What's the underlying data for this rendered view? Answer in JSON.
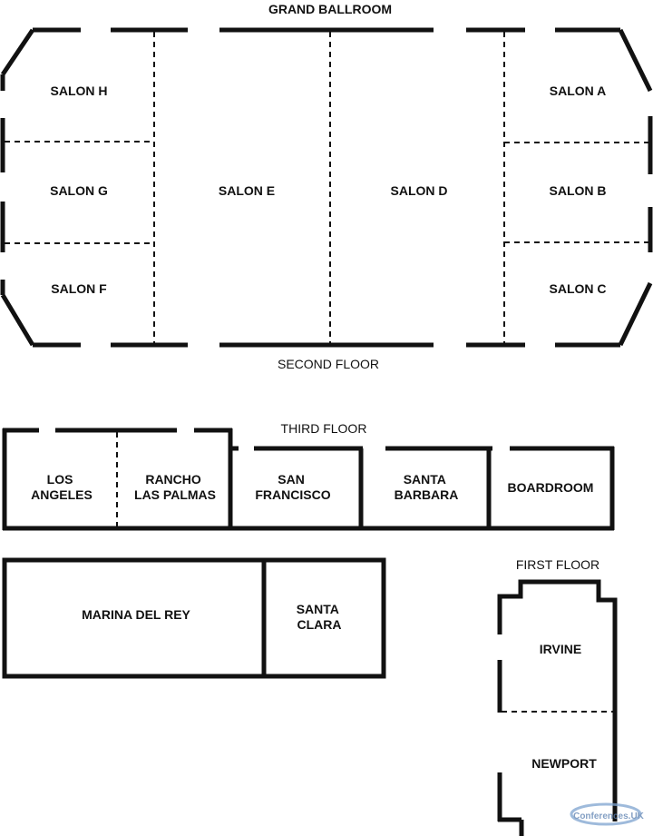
{
  "second_floor": {
    "heading": "GRAND BALLROOM",
    "caption": "SECOND FLOOR",
    "rooms": {
      "salon_h": "SALON H",
      "salon_g": "SALON G",
      "salon_f": "SALON F",
      "salon_e": "SALON E",
      "salon_d": "SALON D",
      "salon_a": "SALON A",
      "salon_b": "SALON B",
      "salon_c": "SALON C"
    }
  },
  "third_floor": {
    "caption": "THIRD FLOOR",
    "rooms": {
      "los_angeles": [
        "LOS",
        "ANGELES"
      ],
      "rancho_las_palmas": [
        "RANCHO",
        "LAS PALMAS"
      ],
      "san_francisco": [
        "SAN",
        "FRANCISCO"
      ],
      "santa_barbara": [
        "SANTA",
        "BARBARA"
      ],
      "boardroom": "BOARDROOM",
      "marina_del_rey": "MARINA DEL REY",
      "santa_clara": [
        "SANTA",
        "CLARA"
      ]
    }
  },
  "first_floor": {
    "caption": "FIRST FLOOR",
    "rooms": {
      "irvine": "IRVINE",
      "newport": "NEWPORT"
    }
  },
  "watermark": {
    "text": "Conferences.UK",
    "color": "#5a7fb0"
  }
}
